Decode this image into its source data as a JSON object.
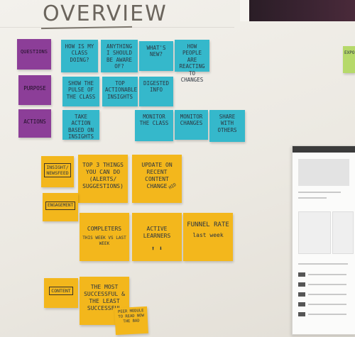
{
  "title": "OVERVIEW",
  "rows": {
    "questions": {
      "label": "QUESTIONS",
      "notes": [
        "HOW IS MY CLASS DOING?",
        "ANYTHING I SHOULD BE AWARE OF?",
        "WHAT'S NEW?",
        "HOW PEOPLE ARE REACTING TO CHANGES"
      ]
    },
    "purpose": {
      "label": "PURPOSE",
      "notes": [
        "SHOW THE PULSE OF THE CLASS",
        "TOP ACTIONABLE INSIGHTS",
        "DIGESTED INFO"
      ]
    },
    "actions": {
      "label": "ACTIONS",
      "notes": [
        "TAKE ACTION BASED ON INSIGHTS",
        "MONITOR THE CLASS",
        "MONITOR CHANGES",
        "SHARE WITH OTHERS"
      ]
    }
  },
  "sections": {
    "insight": {
      "label": "INSIGHT/ NEWSFEED",
      "note1": "TOP 3 THINGS YOU CAN DO (ALERTS/ SUGGESTIONS)",
      "note2": "UPDATE ON RECENT CONTENT CHANGE",
      "note2_scribble": "HID"
    },
    "engagement": {
      "label": "ENGAGEMENT",
      "note1": "COMPLETERS",
      "note1_sub": "THIS WEEK VS LAST WEEK",
      "note2": "ACTIVE LEARNERS",
      "note2_arrows": "⬆ ⬇",
      "note3": "FUNNEL RATE",
      "note3_sub": "last week"
    },
    "content": {
      "label": "CONTENT",
      "note1": "THE MOST SUCCESSFUL & THE LEAST SUCCESSFUL",
      "note2": "PEER MODULE TO READ NOW THE BAD"
    }
  },
  "edge_note": "EXPO",
  "colors": {
    "purple": "#8c3e98",
    "teal": "#35b8cb",
    "yellow": "#f3b71c",
    "green": "#b6d96a"
  }
}
